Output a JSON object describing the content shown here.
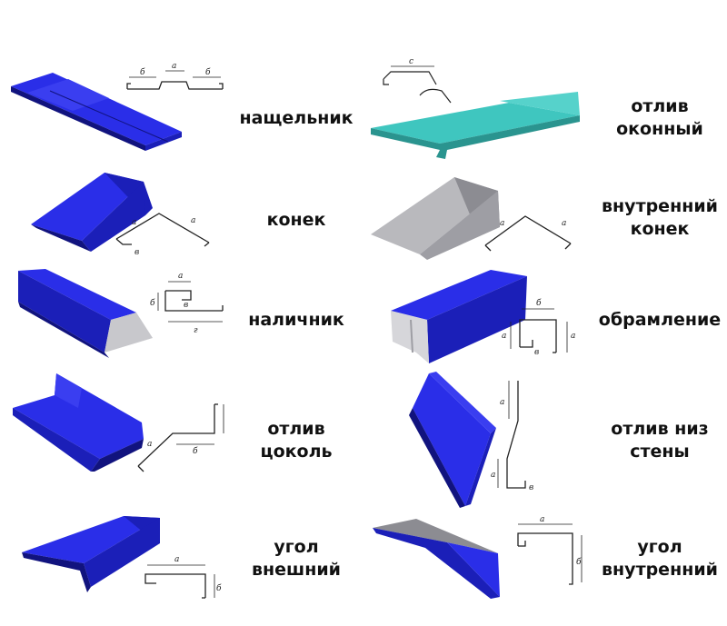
{
  "colors": {
    "blue_top": "#2a2ee8",
    "blue_side": "#1b1fb8",
    "blue_dark": "#11137e",
    "teal": "#3fc6bf",
    "teal_dark": "#2a948f",
    "gray": "#b9b9bd",
    "gray_dark": "#8c8c92",
    "line": "#222222"
  },
  "products": [
    {
      "id": "nashchelnik",
      "lines": [
        "нащельник"
      ],
      "dims": [
        "б",
        "а",
        "б"
      ]
    },
    {
      "id": "otliv-okonny",
      "lines": [
        "отлив",
        "оконный"
      ],
      "dims": [
        "c"
      ]
    },
    {
      "id": "konek",
      "lines": [
        "конек"
      ],
      "dims": [
        "а",
        "а",
        "в"
      ]
    },
    {
      "id": "vnutrenny-konek",
      "lines": [
        "внутренний",
        "конек"
      ],
      "dims": [
        "а",
        "а"
      ]
    },
    {
      "id": "nalichnik",
      "lines": [
        "наличник"
      ],
      "dims": [
        "а",
        "б",
        "в",
        "г"
      ]
    },
    {
      "id": "obramlenie",
      "lines": [
        "обрамление"
      ],
      "dims": [
        "б",
        "а",
        "а",
        "в"
      ]
    },
    {
      "id": "otliv-tsokol",
      "lines": [
        "отлив",
        "цоколь"
      ],
      "dims": [
        "а",
        "б"
      ]
    },
    {
      "id": "otliv-niz-steny",
      "lines": [
        "отлив низ",
        "стены"
      ],
      "dims": [
        "а",
        "а",
        "в"
      ]
    },
    {
      "id": "ugol-vneshny",
      "lines": [
        "угол",
        "внешний"
      ],
      "dims": [
        "а",
        "б"
      ]
    },
    {
      "id": "ugol-vnutrenny",
      "lines": [
        "угол",
        "внутренний"
      ],
      "dims": [
        "а",
        "б"
      ]
    }
  ]
}
